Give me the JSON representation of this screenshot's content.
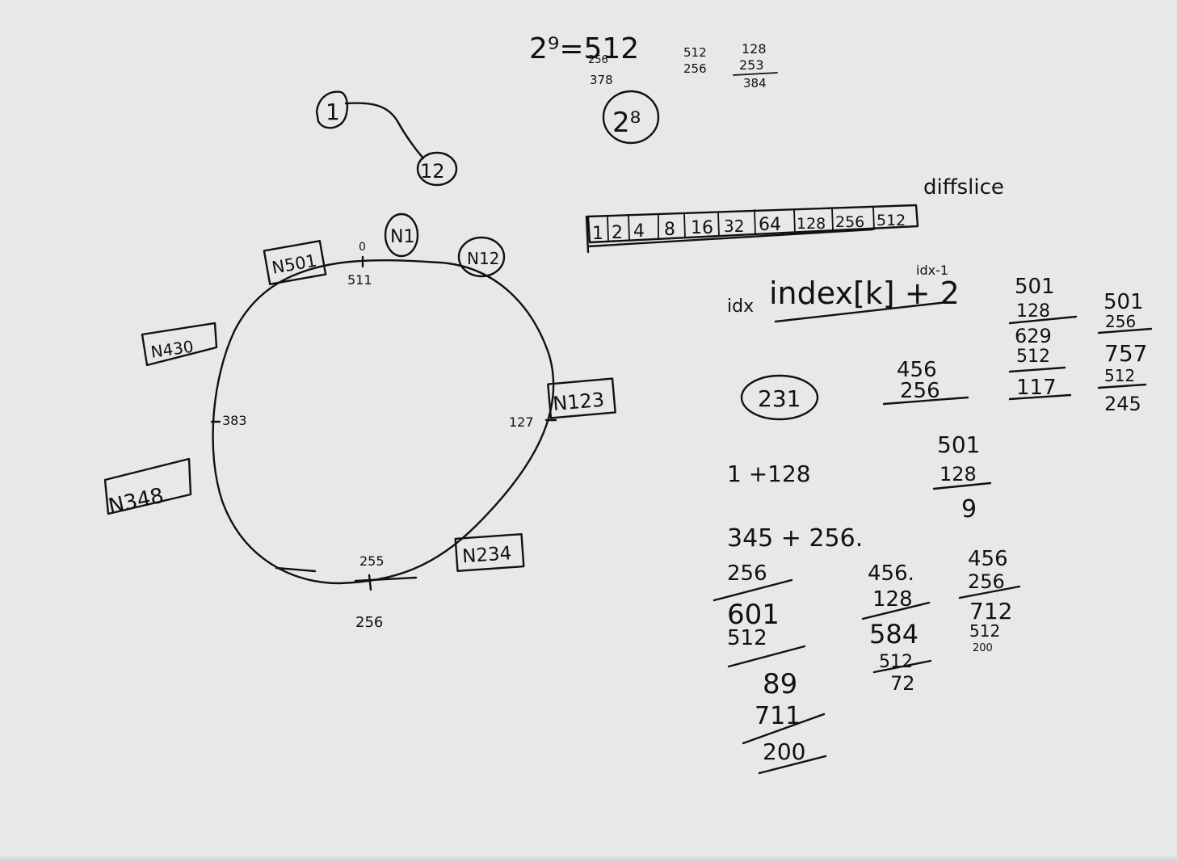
{
  "top_formula": {
    "main": "2⁹=512",
    "sub1": "256",
    "sub2": "378",
    "circled": "2⁸"
  },
  "top_calc_a": {
    "line1": "512",
    "line2": "256"
  },
  "top_calc_b": {
    "line1": "128",
    "line2": "253",
    "result": "384"
  },
  "small_graph": {
    "node_a": "1",
    "node_b": "12"
  },
  "ring": {
    "nodes": [
      "N1",
      "N12",
      "N123",
      "N234",
      "N348",
      "N430",
      "N501"
    ],
    "markers": {
      "top_outer": "0",
      "top_inner": "511",
      "right": "127",
      "bottom_inner": "255",
      "bottom_outer": "256",
      "left": "383"
    }
  },
  "finger_table": {
    "label": "diffslice",
    "cells": [
      "1",
      "2",
      "4",
      "8",
      "16",
      "32",
      "64",
      "128",
      "256",
      "512"
    ]
  },
  "formula": {
    "prefix": "idx",
    "body": "index[k] + 2",
    "exponent": "idx-1"
  },
  "circled_value": "231",
  "calc_456_256": {
    "a": "456",
    "b": "256"
  },
  "calc_501_128": {
    "a": "501",
    "b": "128",
    "sum": "629",
    "mod": "512",
    "result": "117"
  },
  "calc_501_256": {
    "a": "501",
    "b": "256",
    "sum": "757",
    "mod": "512",
    "result": "245"
  },
  "note_1_128": "1 +128",
  "calc_501_128_small": {
    "a": "501",
    "b": "128",
    "result": "9"
  },
  "calc_345": {
    "header": "345 + 256.",
    "b": "256",
    "sum": "601",
    "mod": "512",
    "r1": "89",
    "r2": "711",
    "r3": "200"
  },
  "calc_456_128": {
    "a": "456.",
    "b": "128",
    "sum": "584",
    "mod": "512",
    "result": "72"
  },
  "calc_456_256b": {
    "a": "456",
    "b": "256",
    "sum": "712",
    "mod": "512",
    "result": "200"
  }
}
